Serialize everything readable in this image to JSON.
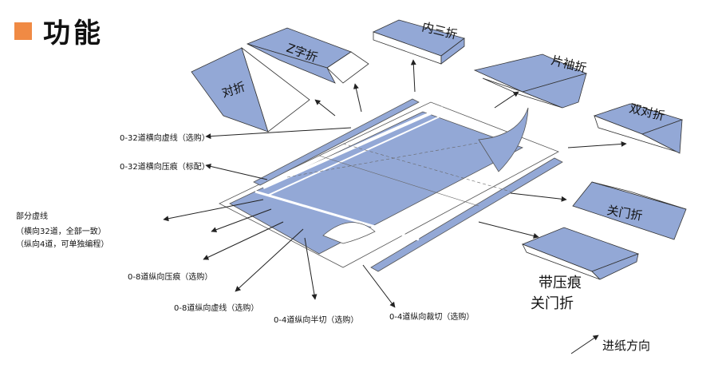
{
  "title": "功能",
  "left_labels": {
    "transverse_dashed": "0-32道横向虚线（选购）",
    "transverse_crease": "0-32道横向压痕（标配）",
    "partial_dashed_1": "部分虚线",
    "partial_dashed_2": "（横向32道，全部一致）",
    "partial_dashed_3": "（纵向4道，可单独编程）",
    "longitudinal_crease": "0-8道纵向压痕（选购）",
    "longitudinal_dashed": "0-8道纵向虚线（选购）",
    "half_cut": "0-4道纵向半切（选购）",
    "longitudinal_slit": "0-4道纵向裁切（选购）"
  },
  "folds": {
    "half_fold": "对折",
    "z_fold": "Z字折",
    "inner_tri_fold": "内三折",
    "sleeve_fold": "片袖折",
    "double_half_fold": "双对折",
    "gate_fold": "关门折",
    "creased_gate_fold_1": "带压痕",
    "creased_gate_fold_2": "关门折"
  },
  "feed_direction": "进纸方向",
  "colors": {
    "accent": "#f08a44",
    "panel": "#93a8d6",
    "outline": "#333333"
  }
}
